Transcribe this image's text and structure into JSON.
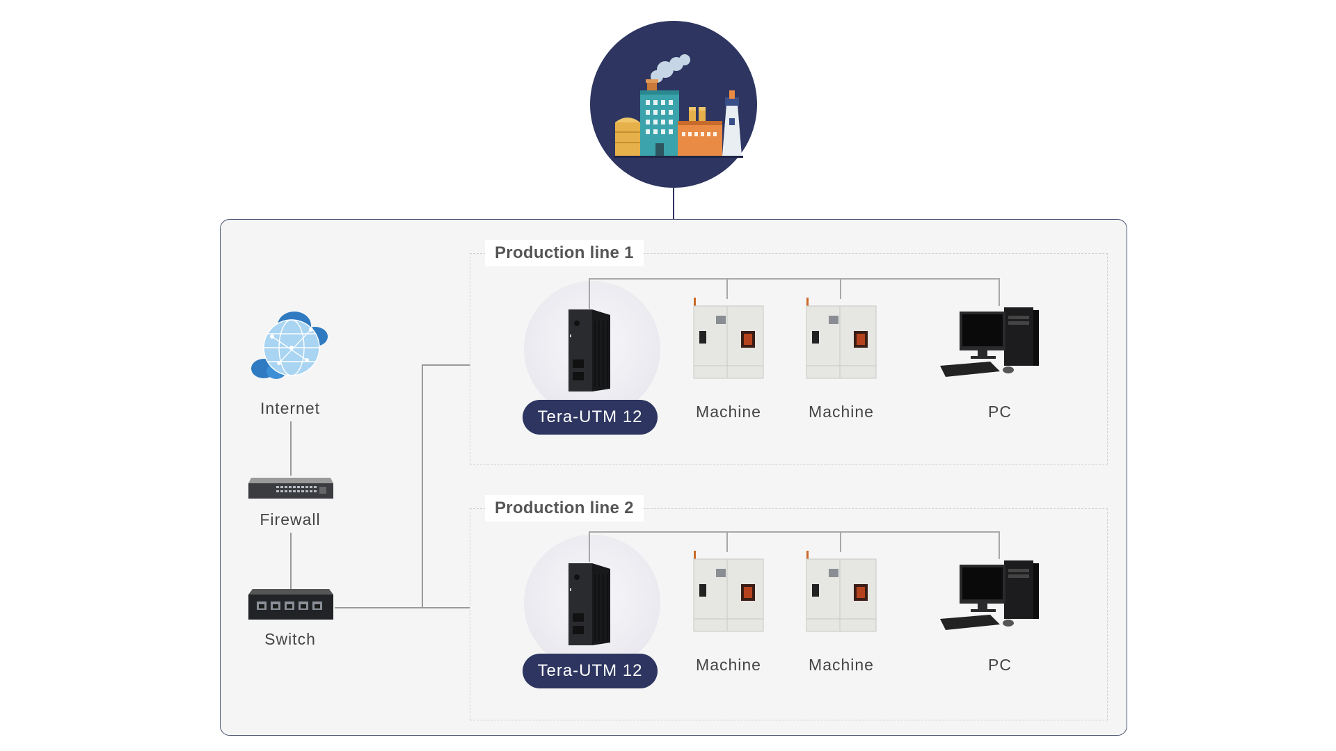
{
  "left_column": {
    "internet_label": "Internet",
    "firewall_label": "Firewall",
    "switch_label": "Switch"
  },
  "production_lines": [
    {
      "title": "Production line 1",
      "gateway_label": "Tera-UTM 12",
      "device_labels": [
        "Machine",
        "Machine",
        "PC"
      ]
    },
    {
      "title": "Production line 2",
      "gateway_label": "Tera-UTM 12",
      "device_labels": [
        "Machine",
        "Machine",
        "PC"
      ]
    }
  ],
  "colors": {
    "navy": "#2d3560",
    "panel_bg": "#f5f5f5",
    "line": "#999999"
  },
  "icons": [
    "factory-icon",
    "cloud-globe-icon",
    "firewall-device-icon",
    "switch-device-icon",
    "utm-device-icon",
    "machine-icon",
    "pc-icon"
  ]
}
